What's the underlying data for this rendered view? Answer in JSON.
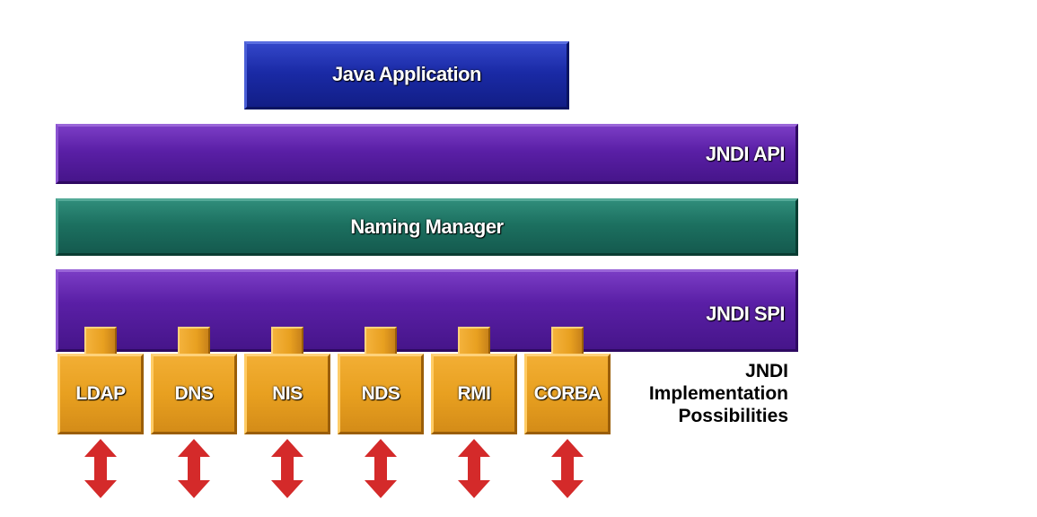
{
  "layers": {
    "java_application": "Java Application",
    "jndi_api": "JNDI API",
    "naming_manager": "Naming Manager",
    "jndi_spi": "JNDI SPI"
  },
  "implementations": [
    "LDAP",
    "DNS",
    "NIS",
    "NDS",
    "RMI",
    "CORBA"
  ],
  "implementation_label": {
    "line1": "JNDI",
    "line2": "Implementation",
    "line3": "Possibilities"
  },
  "colors": {
    "java_application": "#1a2aa6",
    "jndi_layers": "#5a1fa6",
    "naming_manager": "#1c7060",
    "implementation": "#e8a020",
    "arrow": "#d42a2a"
  }
}
